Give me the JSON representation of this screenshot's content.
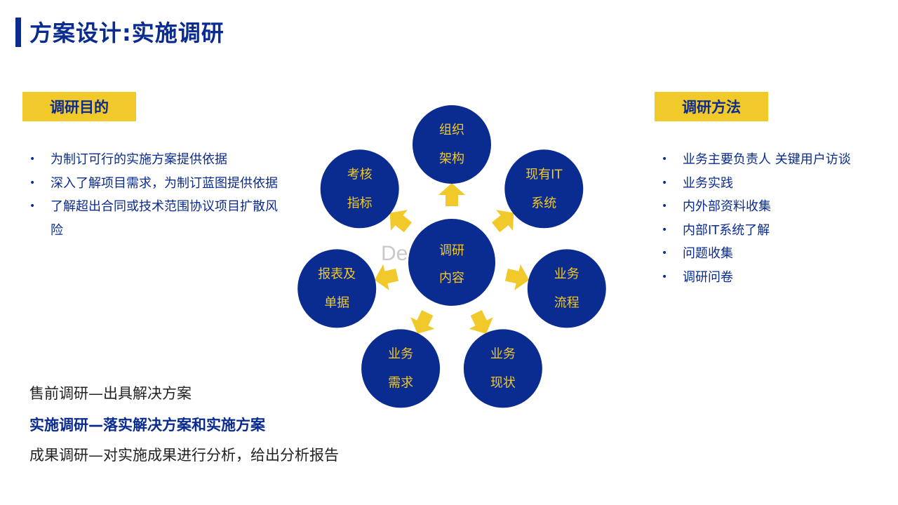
{
  "title": "方案设计:实施调研",
  "left_tag": "调研目的",
  "right_tag": "调研方法",
  "purpose_items": [
    "为制订可行的实施方案提供依据",
    "深入了解项目需求，为制订蓝图提供依据",
    "了解超出合同或技术范围协议项目扩散风",
    "险"
  ],
  "method_items": [
    "业务主要负责人 关键用户访谈",
    "业务实践",
    "内外部资料收集",
    "内部IT系统了解",
    "问题收集",
    "调研问卷"
  ],
  "diagram": {
    "center": [
      "调研",
      "内容"
    ],
    "watermark": "De",
    "nodes": [
      [
        "组织",
        "架构"
      ],
      [
        "现有IT",
        "系统"
      ],
      [
        "业务",
        "流程"
      ],
      [
        "业务",
        "现状"
      ],
      [
        "业务",
        "需求"
      ],
      [
        "报表及",
        "单据"
      ],
      [
        "考核",
        "指标"
      ]
    ]
  },
  "bottom_lines": [
    "售前调研—出具解决方案",
    "实施调研—落实解决方案和实施方案",
    "成果调研—对实施成果进行分析，给出分析报告"
  ],
  "colors": {
    "navy": "#0a2b8f",
    "gold": "#f1c92a"
  }
}
